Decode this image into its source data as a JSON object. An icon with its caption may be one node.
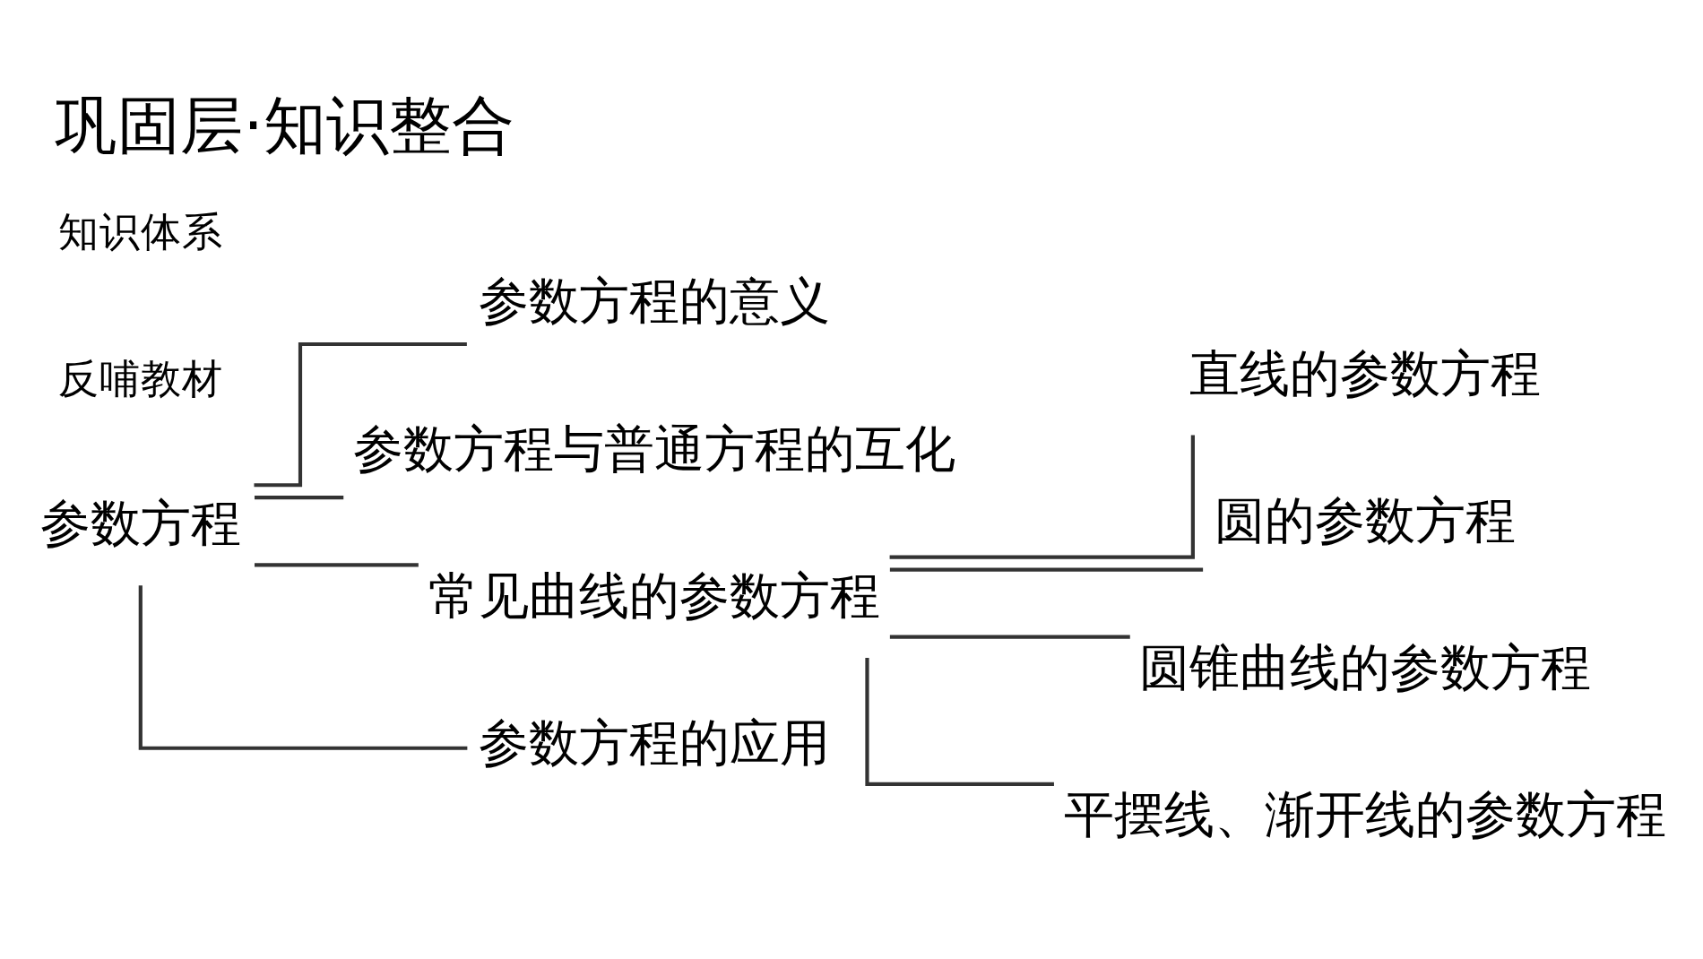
{
  "diagram": {
    "title": "巩固层·知识整合",
    "nodes": [
      {
        "text": [
          "参数方程"
        ]
      },
      {
        "text": [
          "参数方程的意义"
        ]
      },
      {
        "text": [
          "参数方程与普通方程的互化"
        ]
      },
      {
        "text": [
          "常见曲线的参数方程"
        ]
      },
      {
        "text": [
          "直线的参数方程"
        ]
      },
      {
        "text": [
          "圆的参数方程"
        ]
      },
      {
        "text": [
          "圆锥曲线的参数方程"
        ]
      },
      {
        "text": [
          "平摆线、渐开线的参数方程"
        ]
      },
      {
        "text": [
          "参数方程的应用"
        ]
      }
    ],
    "edges": [
      {
        "from": 0,
        "to": 1,
        "arrow": "none"
      },
      {
        "from": 0,
        "to": 2,
        "arrow": "none"
      },
      {
        "from": 0,
        "to": 3,
        "arrow": "none"
      },
      {
        "from": 3,
        "to": 4,
        "arrow": "none"
      },
      {
        "from": 3,
        "to": 5,
        "arrow": "none"
      },
      {
        "from": 3,
        "to": 6,
        "arrow": "none"
      },
      {
        "from": 3,
        "to": 7,
        "arrow": "none"
      },
      {
        "from": 0,
        "to": 8,
        "arrow": "none"
      }
    ],
    "labels": [
      "知识体系",
      "反哺教材"
    ]
  }
}
